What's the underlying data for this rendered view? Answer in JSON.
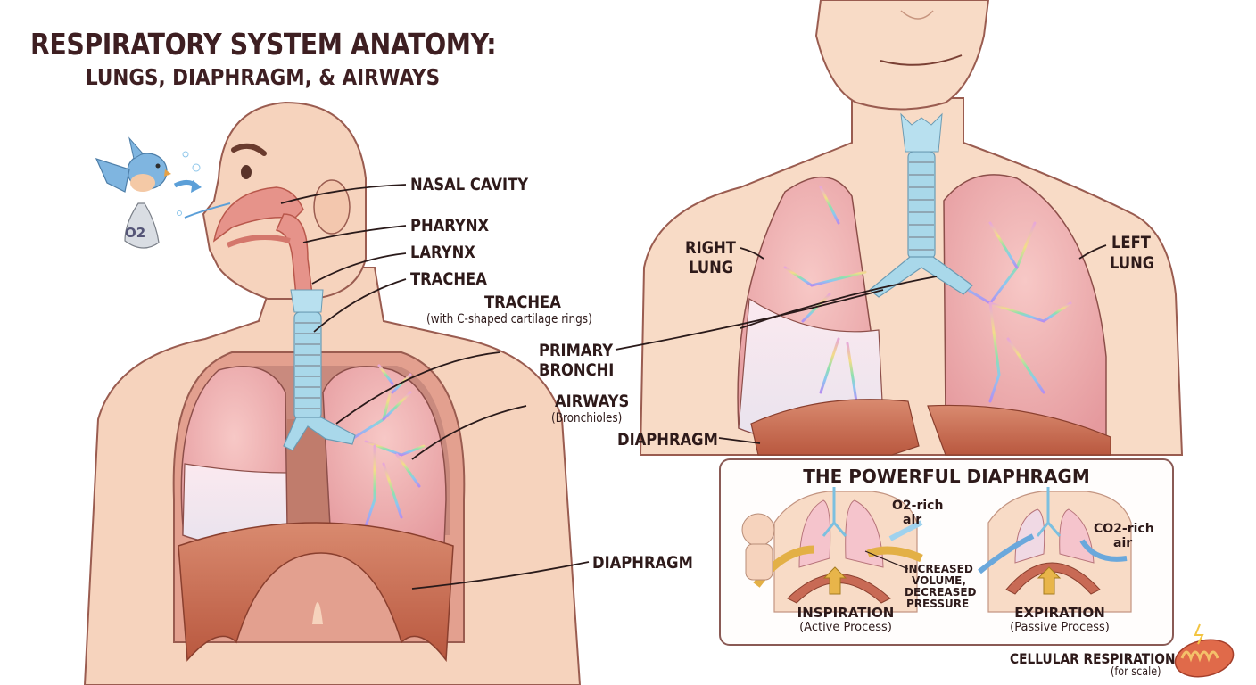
{
  "header": {
    "title": "RESPIRATORY SYSTEM ANATOMY:",
    "subtitle": "LUNGS, DIAPHRAGM, & AIRWAYS"
  },
  "left_figure": {
    "bird_bag_label": "O2",
    "labels": {
      "nasal_cavity": "NASAL CAVITY",
      "pharynx": "PHARYNX",
      "larynx": "LARYNX",
      "trachea": "TRACHEA",
      "trachea_detail_title": "TRACHEA",
      "trachea_detail_sub": "(with C-shaped cartilage rings)",
      "primary_bronchi_1": "PRIMARY",
      "primary_bronchi_2": "BRONCHI",
      "airways": "AIRWAYS",
      "airways_sub": "(Bronchioles)",
      "diaphragm": "DIAPHRAGM"
    }
  },
  "right_figure": {
    "labels": {
      "right_lung_1": "RIGHT",
      "right_lung_2": "LUNG",
      "left_lung_1": "LEFT",
      "left_lung_2": "LUNG",
      "diaphragm": "DIAPHRAGM"
    }
  },
  "diaphragm_panel": {
    "title": "THE POWERFUL DIAPHRAGM",
    "inspiration": {
      "air_1": "O2-rich",
      "air_2": "air",
      "note_1": "INCREASED",
      "note_2": "VOLUME,",
      "note_3": "DECREASED",
      "note_4": "PRESSURE",
      "label": "INSPIRATION",
      "sub": "(Active Process)"
    },
    "expiration": {
      "air_1": "CO2-rich",
      "air_2": "air",
      "label": "EXPIRATION",
      "sub": "(Passive Process)"
    }
  },
  "footer": {
    "cellular": "CELLULAR RESPIRATION",
    "cellular_sub": "(for scale)"
  },
  "colors": {
    "skin": "#f6d3bd",
    "skin_outline": "#9a5c50",
    "lung": "#eeaaae",
    "lung_pale": "#f3e6ee",
    "trachea": "#a9d8ea",
    "diaphragm": "#c86a55",
    "text": "#2e1a1a",
    "bird": "#7fb5e0",
    "arrow_gold": "#e3b046",
    "arrow_blue": "#6aa8dc"
  }
}
